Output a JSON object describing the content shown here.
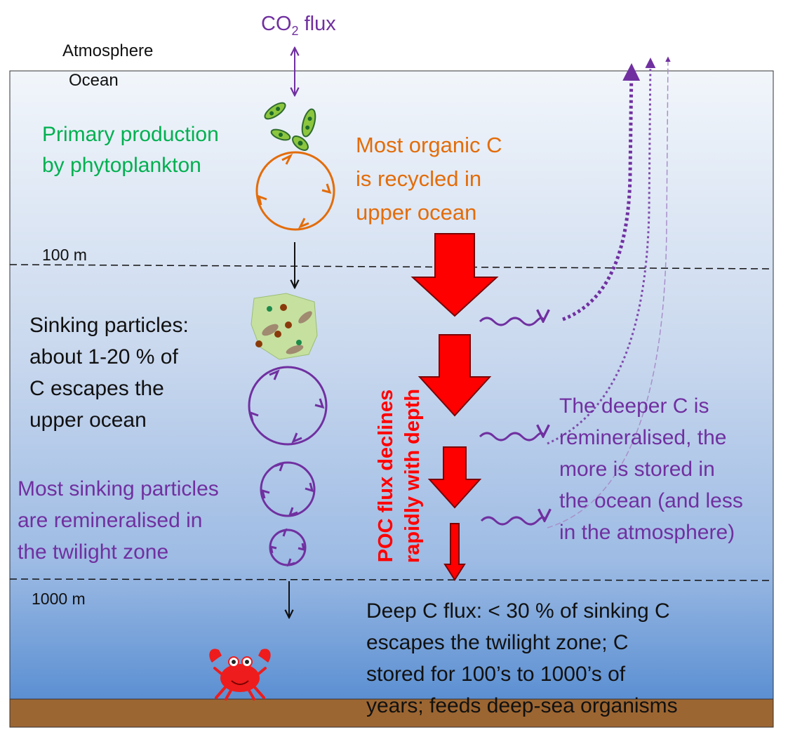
{
  "co2_flux": {
    "prefix": "CO",
    "subscript": "2",
    "suffix": " flux"
  },
  "atmosphere_label": "Atmosphere",
  "ocean_label": "Ocean",
  "depth_markers": {
    "upper": "100 m",
    "lower": "1000 m"
  },
  "primary_production": {
    "line1": "Primary production",
    "line2": "by phytoplankton"
  },
  "recycled": {
    "line1": "Most organic C",
    "line2": "is recycled in",
    "line3": "upper ocean"
  },
  "sinking_particles": {
    "line1": "Sinking particles:",
    "line2": "about 1-20 % of",
    "line3": "C escapes the",
    "line4": "upper ocean"
  },
  "remineralised": {
    "line1": "Most sinking particles",
    "line2": "are remineralised in",
    "line3": "the twilight zone"
  },
  "poc_flux": {
    "line1": "POC flux declines",
    "line2": "rapidly with depth"
  },
  "deeper_c": {
    "line1": "The deeper C is",
    "line2": "remineralised, the",
    "line3": "more is stored in",
    "line4": "the ocean (and less",
    "line5": "in the atmosphere)"
  },
  "deep_flux": {
    "line1": "Deep C flux: < 30 % of sinking C",
    "line2": "escapes the twilight zone; C",
    "line3": "stored for 100’s to 1000’s of",
    "line4": "years; feeds deep-sea organisms"
  },
  "colors": {
    "ocean_top": "#f2f6fb",
    "ocean_mid": "#b3c8e6",
    "ocean_bottom": "#5b8fd2",
    "seafloor": "#9c6632",
    "arrow_red": "#ff0000",
    "purple": "#7030a0",
    "orange": "#e36c09",
    "green": "#00b050"
  }
}
